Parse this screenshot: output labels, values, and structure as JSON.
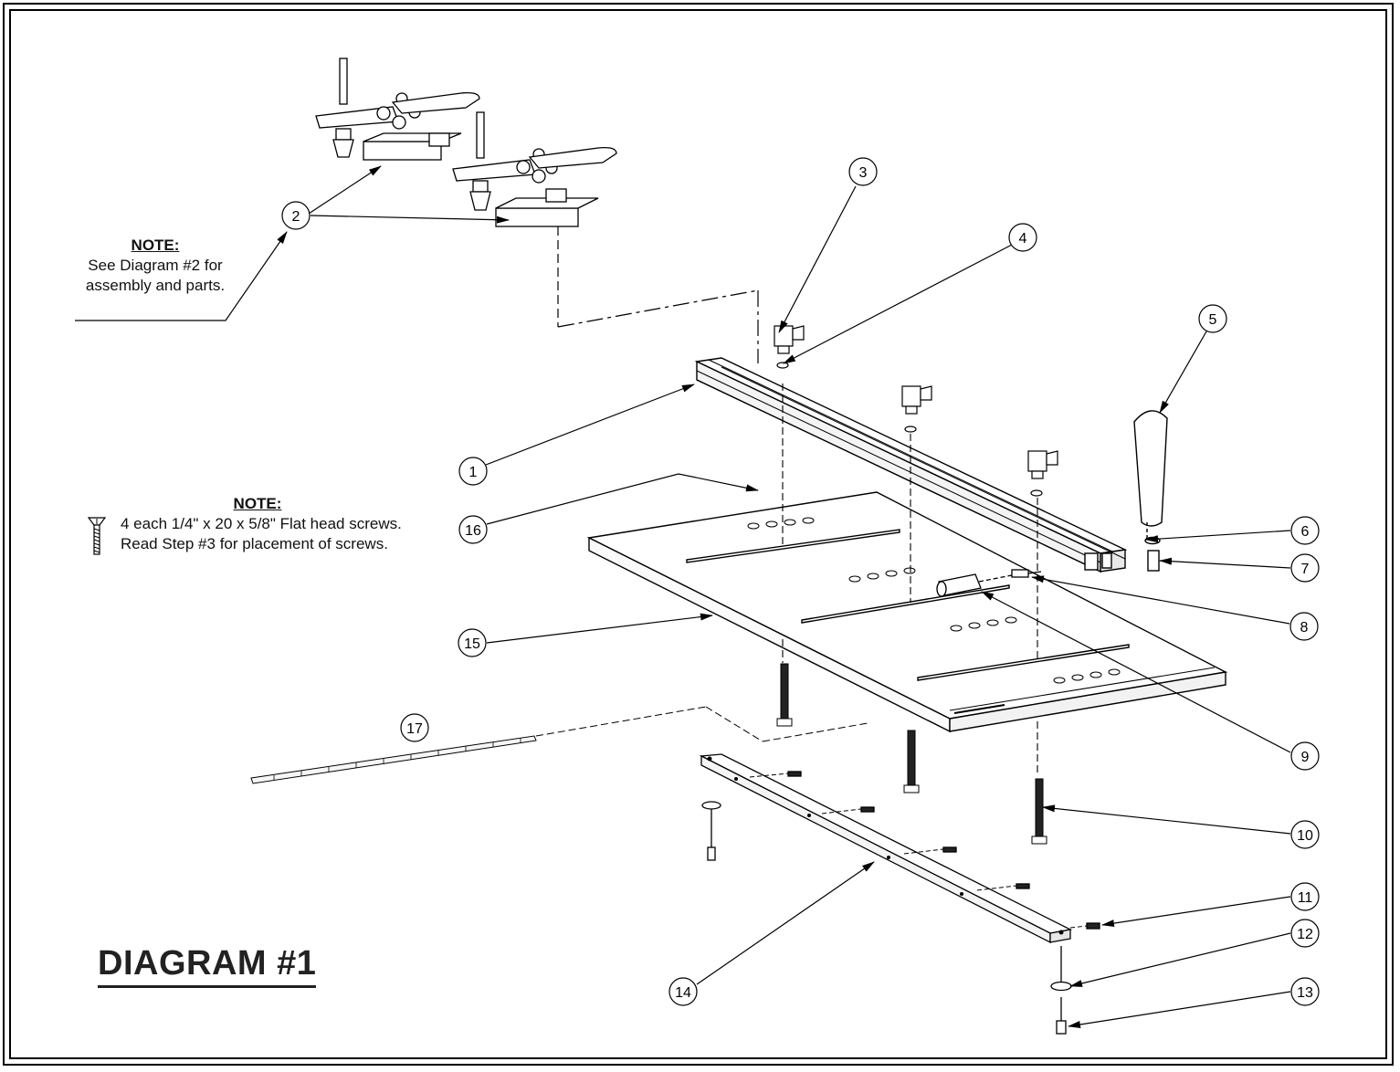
{
  "note_top": {
    "heading": "NOTE:",
    "line1": "See Diagram #2 for",
    "line2": "assembly and parts."
  },
  "note_screws": {
    "heading": "NOTE:",
    "line1": "4 each 1/4\" x 20 x 5/8\" Flat head screws.",
    "line2": "Read Step #3 for placement of screws.",
    "icon": "flat-head-screw-icon"
  },
  "title": "DIAGRAM #1",
  "callouts": [
    "1",
    "2",
    "3",
    "4",
    "5",
    "6",
    "7",
    "8",
    "9",
    "10",
    "11",
    "12",
    "13",
    "14",
    "15",
    "16",
    "17"
  ]
}
